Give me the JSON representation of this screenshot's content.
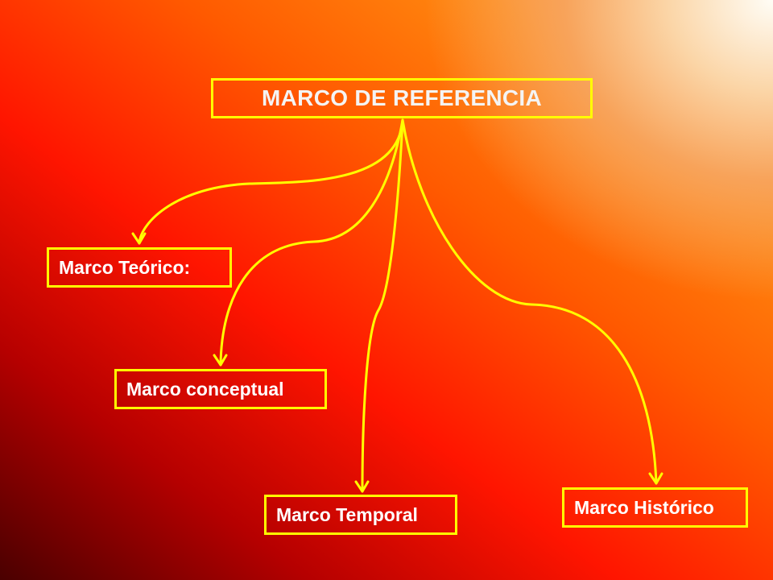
{
  "root": {
    "label": "MARCO DE REFERENCIA"
  },
  "children": [
    {
      "label": "Marco Teórico:"
    },
    {
      "label": "Marco conceptual"
    },
    {
      "label": "Marco Temporal"
    },
    {
      "label": "Marco Histórico"
    }
  ],
  "colors": {
    "box_border": "#ffff00",
    "connector": "#ffff00",
    "root_text": "#f4f4f4",
    "child_text": "#ffffff"
  }
}
